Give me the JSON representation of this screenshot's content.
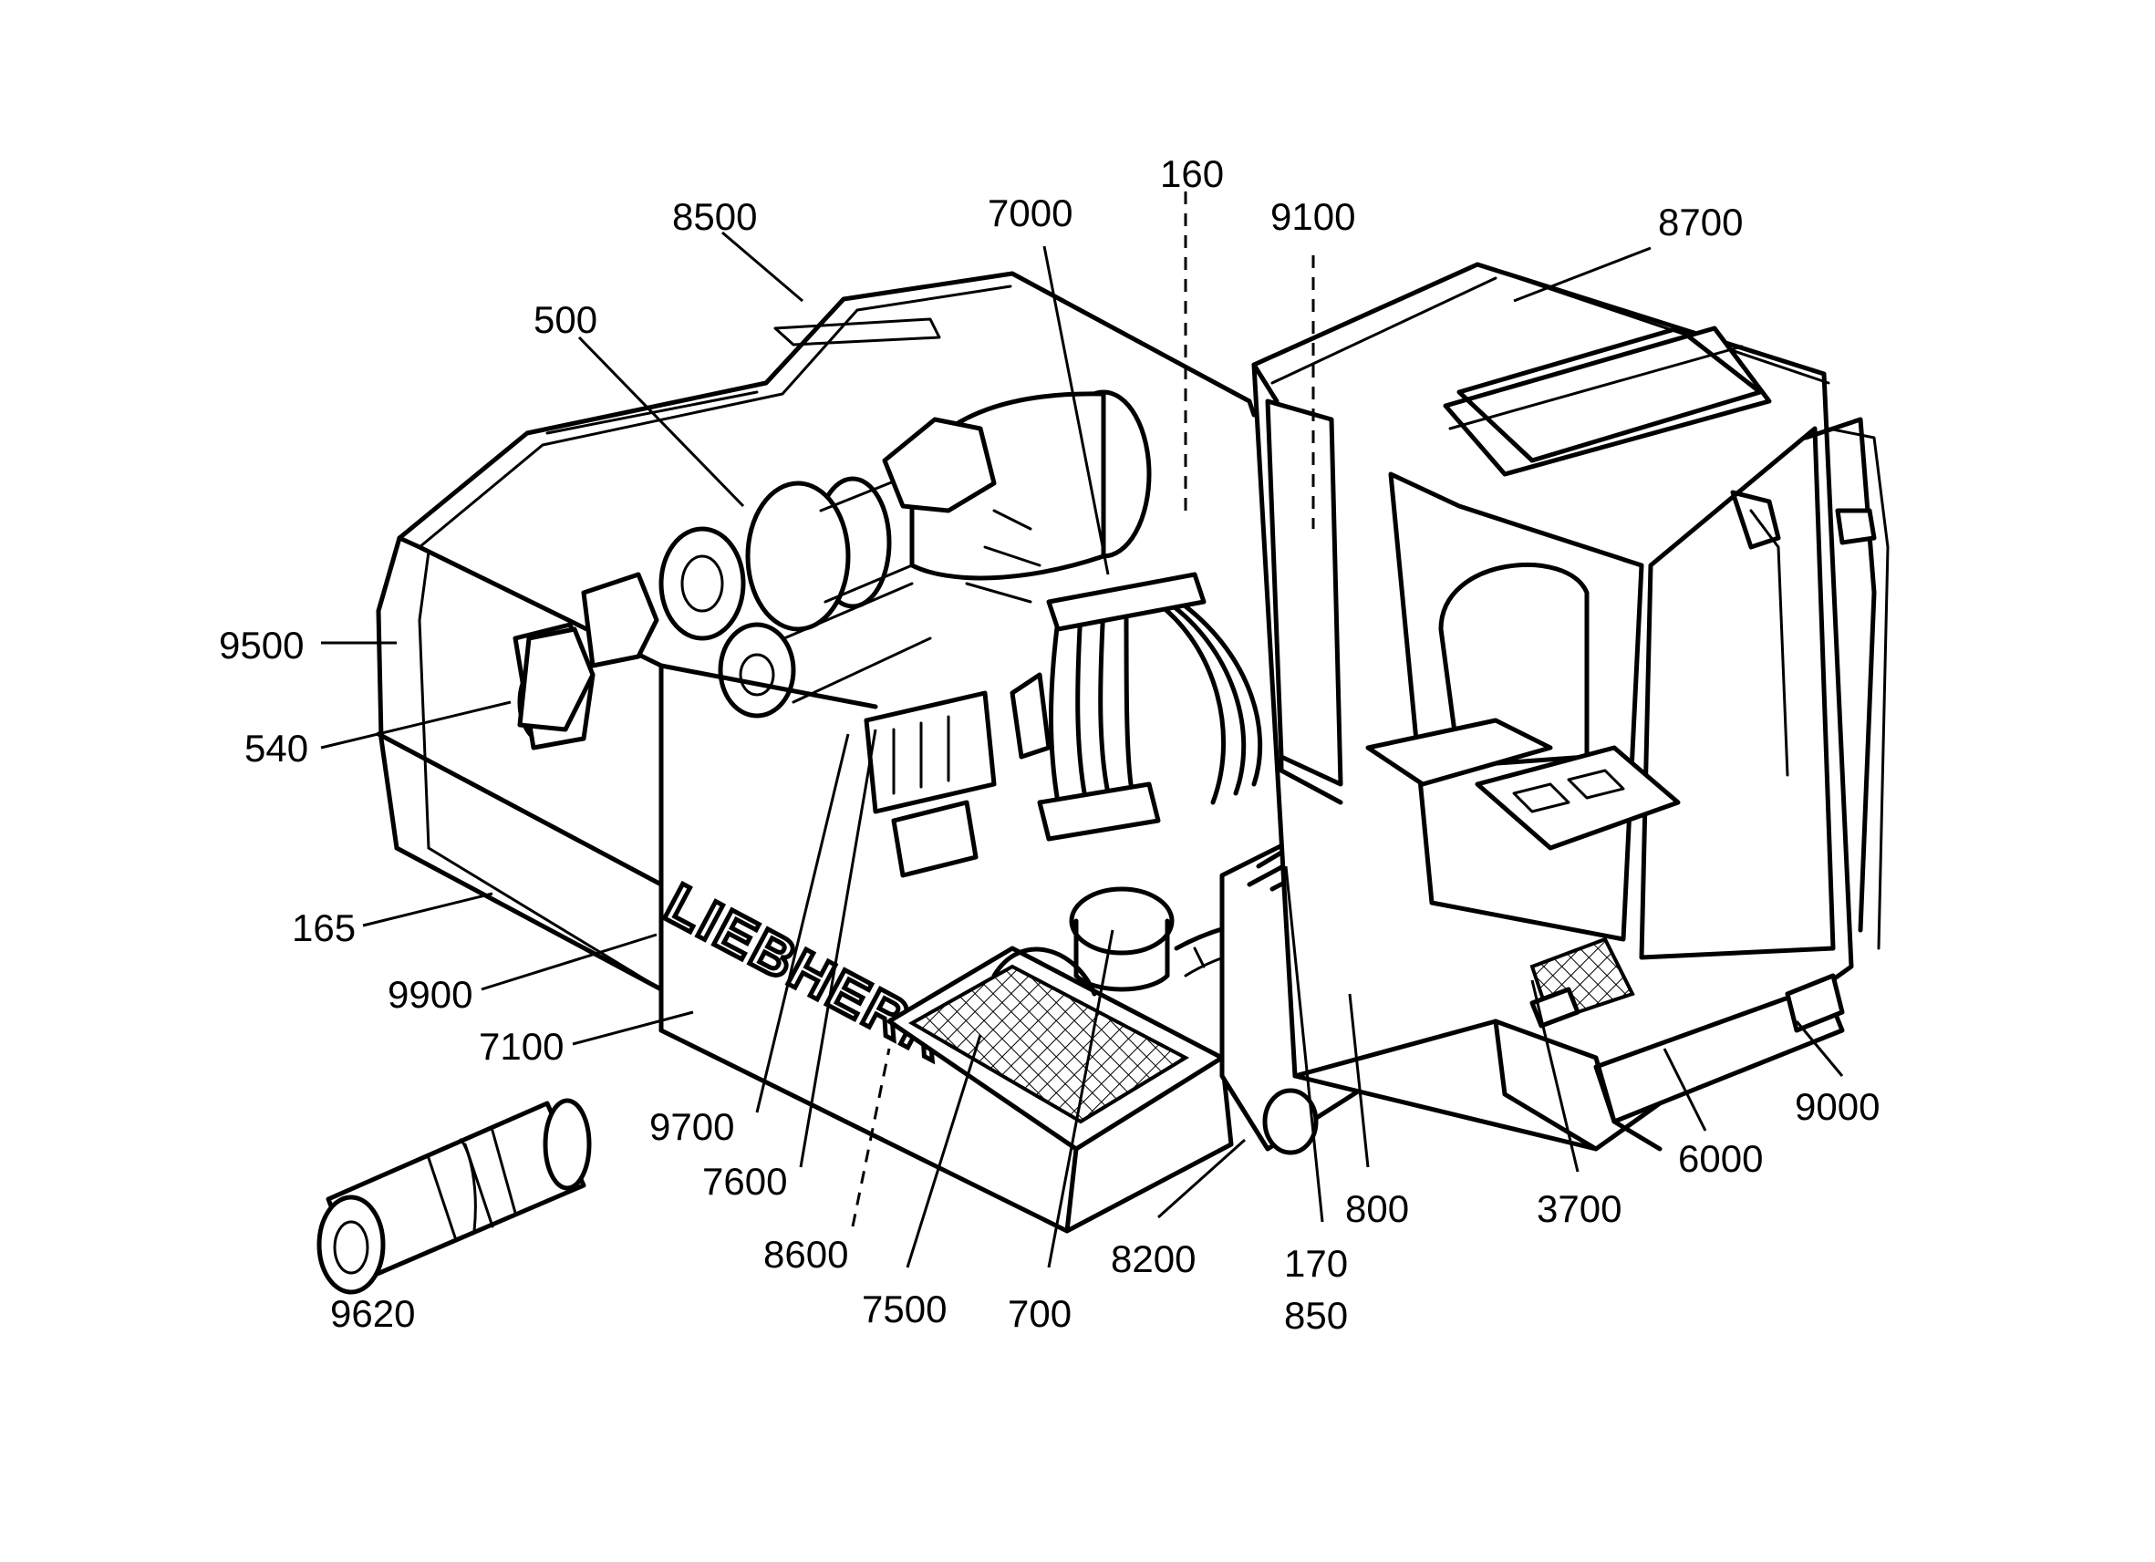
{
  "diagram": {
    "brand_logo": "LIEBHERR",
    "callouts": [
      {
        "id": "c-160",
        "label": "160"
      },
      {
        "id": "c-7000",
        "label": "7000"
      },
      {
        "id": "c-8500",
        "label": "8500"
      },
      {
        "id": "c-9100",
        "label": "9100"
      },
      {
        "id": "c-8700",
        "label": "8700"
      },
      {
        "id": "c-500",
        "label": "500"
      },
      {
        "id": "c-9500",
        "label": "9500"
      },
      {
        "id": "c-540",
        "label": "540"
      },
      {
        "id": "c-165",
        "label": "165"
      },
      {
        "id": "c-9900",
        "label": "9900"
      },
      {
        "id": "c-7100",
        "label": "7100"
      },
      {
        "id": "c-9700",
        "label": "9700"
      },
      {
        "id": "c-7600",
        "label": "7600"
      },
      {
        "id": "c-8600",
        "label": "8600"
      },
      {
        "id": "c-7500",
        "label": "7500"
      },
      {
        "id": "c-700",
        "label": "700"
      },
      {
        "id": "c-8200",
        "label": "8200"
      },
      {
        "id": "c-170",
        "label": "170"
      },
      {
        "id": "c-850",
        "label": "850"
      },
      {
        "id": "c-800",
        "label": "800"
      },
      {
        "id": "c-3700",
        "label": "3700"
      },
      {
        "id": "c-6000",
        "label": "6000"
      },
      {
        "id": "c-9000",
        "label": "9000"
      },
      {
        "id": "c-9620",
        "label": "9620"
      }
    ],
    "colors": {
      "ink": "#000000",
      "paper": "#ffffff"
    }
  }
}
